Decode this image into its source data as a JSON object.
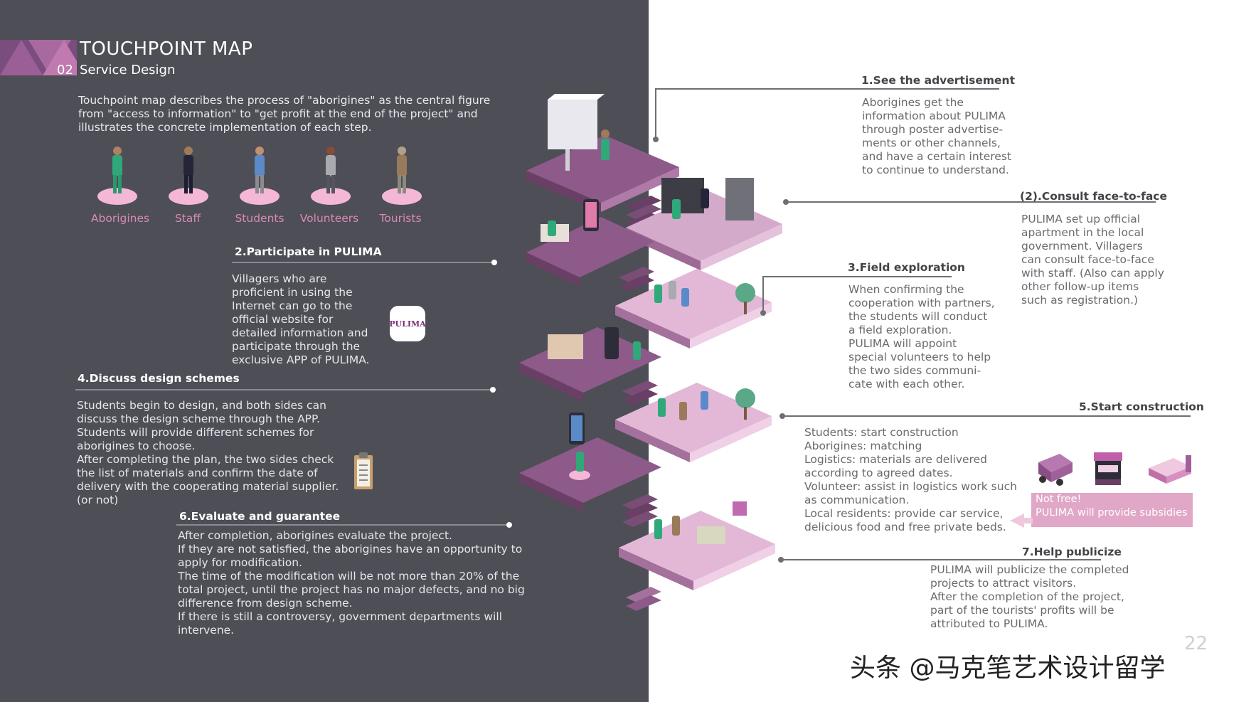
{
  "header": {
    "title": "TOUCHPOINT MAP",
    "number": "02",
    "subtitle": "Service Design"
  },
  "intro": [
    "Touchpoint map describes the process of \"aborigines\" as the central figure",
    "from \"access to information\" to \"get profit at the end of the project\" and",
    "illustrates the concrete implementation of each step."
  ],
  "roles": [
    "Aborigines",
    "Staff",
    "Students",
    "Volunteers",
    "Tourists"
  ],
  "steps": {
    "s1": {
      "title": "1.See the advertisement",
      "lines": [
        "Aborigines get the",
        "information about PULIMA",
        "through poster advertise-",
        "ments or other channels,",
        "and have a certain interest",
        "to continue to understand."
      ]
    },
    "s1b": {
      "title": "(2).Consult face-to-face",
      "lines": [
        "PULIMA set up official",
        "apartment in the local",
        "government. Villagers",
        "can consult face-to-face",
        "with staff. (Also can apply",
        "other follow-up items",
        "such as registration.)"
      ]
    },
    "s2": {
      "title": "2.Participate in PULIMA",
      "lines": [
        "Villagers who are",
        "proficient in using the",
        "Internet can go to the",
        "official website for",
        "detailed information and",
        "participate through the",
        "exclusive APP of PULIMA."
      ]
    },
    "s3": {
      "title": "3.Field exploration",
      "lines": [
        "When confirming the",
        "cooperation with partners,",
        "the students will conduct",
        "a field exploration.",
        "PULIMA will appoint",
        "special volunteers to help",
        "the two sides communi-",
        "cate with each other."
      ]
    },
    "s4": {
      "title": "4.Discuss design schemes",
      "lines": [
        "Students begin to design, and both sides can",
        "discuss the design scheme through the APP.",
        "Students will provide different schemes for",
        "aborigines to choose.",
        "After completing the plan, the two sides check",
        "the list of materials and confirm the date of",
        "delivery with the cooperating material supplier.",
        "(or not)"
      ]
    },
    "s5": {
      "title": "5.Start construction",
      "lines": [
        "Students: start construction",
        "Aborigines: matching",
        "Logistics: materials are delivered",
        "according to agreed dates.",
        "Volunteer: assist in logistics work such",
        "as communication.",
        "Local residents: provide car service,",
        "delicious food and free private beds."
      ]
    },
    "s6": {
      "title": "6.Evaluate and guarantee",
      "lines": [
        "After completion, aborigines evaluate the project.",
        "If they are not satisfied, the aborigines have an opportunity to",
        "apply for modification.",
        "The time of the modification will be not more than 20% of the",
        "total project, until the project has no major defects, and no big",
        "difference from design scheme.",
        "If there is still a controversy, government departments will",
        "intervene."
      ]
    },
    "s7": {
      "title": "7.Help publicize",
      "lines": [
        "PULIMA will publicize the completed",
        "projects to attract visitors.",
        "After the completion of the project,",
        "part of the tourists' profits will be",
        "attributed to PULIMA."
      ]
    }
  },
  "subsidy": {
    "line1": "Not free!",
    "line2": "PULIMA will provide subsidies"
  },
  "app_logo": "PULIMA",
  "footer": {
    "handle": "头条 @马克笔艺术设计留学",
    "page_number": "22"
  },
  "colors": {
    "dark_bg": "#4e4e56",
    "accent_pink": "#d88ab8",
    "platform_purple": "#8e5a8a",
    "platform_light": "#c8a0c4"
  }
}
